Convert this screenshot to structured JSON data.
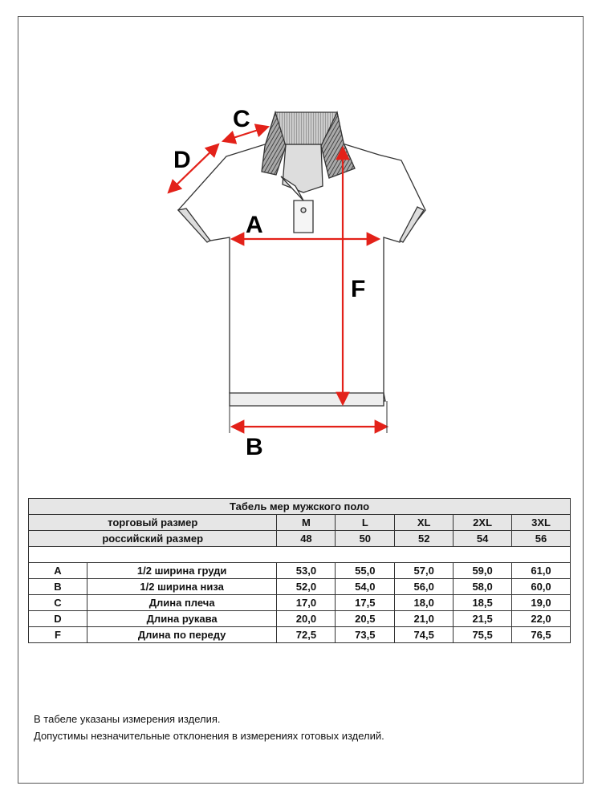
{
  "diagram": {
    "labels": {
      "A": "A",
      "B": "B",
      "C": "C",
      "D": "D",
      "F": "F"
    },
    "arrow_color": "#e32119"
  },
  "table": {
    "title": "Табель мер мужского поло",
    "trade_size_label": "торговый размер",
    "russian_size_label": "российский размер",
    "sizes": [
      "M",
      "L",
      "XL",
      "2XL",
      "3XL"
    ],
    "russian_sizes": [
      "48",
      "50",
      "52",
      "54",
      "56"
    ],
    "rows": [
      {
        "code": "A",
        "name": "1/2 ширина груди",
        "values": [
          "53,0",
          "55,0",
          "57,0",
          "59,0",
          "61,0"
        ]
      },
      {
        "code": "B",
        "name": "1/2 ширина низа",
        "values": [
          "52,0",
          "54,0",
          "56,0",
          "58,0",
          "60,0"
        ]
      },
      {
        "code": "C",
        "name": "Длина плеча",
        "values": [
          "17,0",
          "17,5",
          "18,0",
          "18,5",
          "19,0"
        ]
      },
      {
        "code": "D",
        "name": "Длина рукава",
        "values": [
          "20,0",
          "20,5",
          "21,0",
          "21,5",
          "22,0"
        ]
      },
      {
        "code": "F",
        "name": "Длина по переду",
        "values": [
          "72,5",
          "73,5",
          "74,5",
          "75,5",
          "76,5"
        ]
      }
    ]
  },
  "notes": [
    "В табеле указаны измерения изделия.",
    "Допустимы незначительные отклонения в измерениях готовых изделий."
  ]
}
